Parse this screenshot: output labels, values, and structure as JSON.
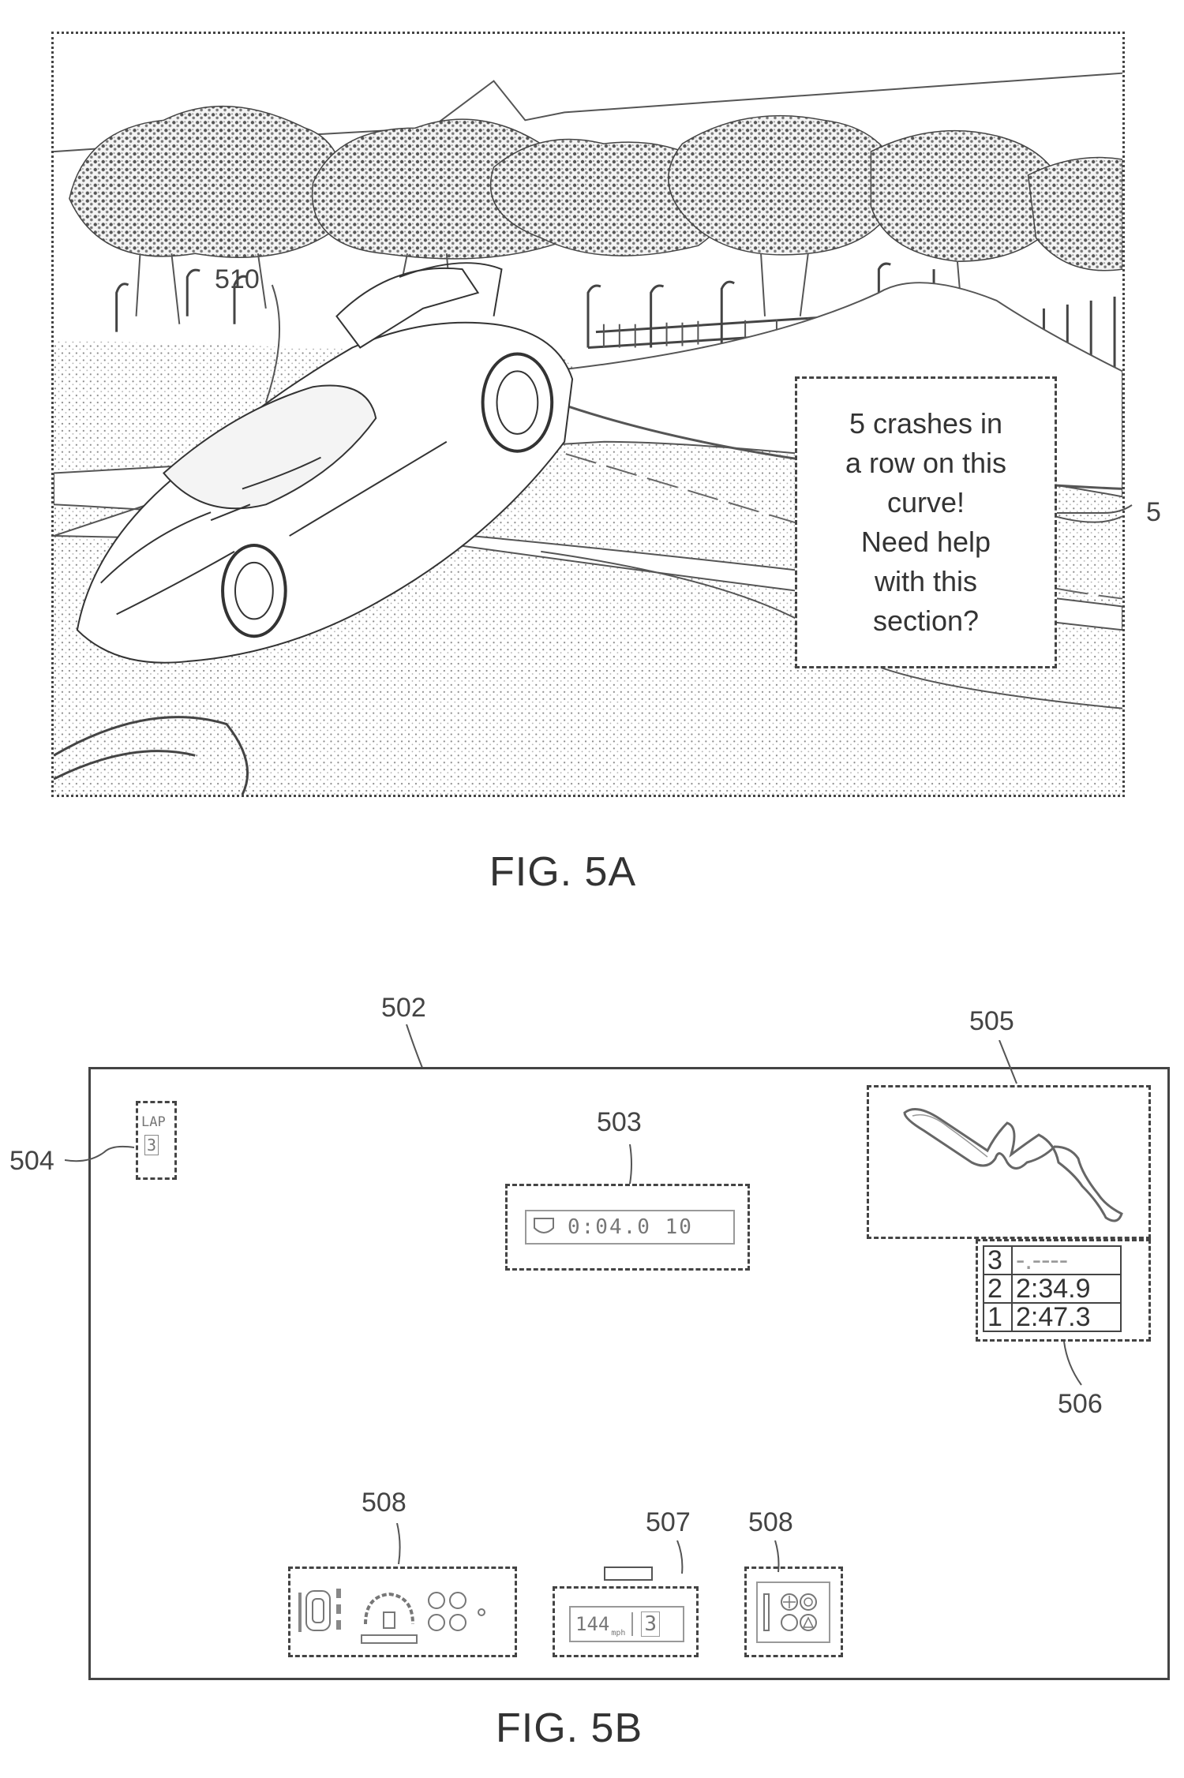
{
  "fig5a": {
    "caption": "FIG. 5A",
    "car_ref": "510",
    "message_ref": "5",
    "message_lines": [
      "5 crashes in",
      "a row on this",
      "curve!",
      "Need help",
      "with this",
      "section?"
    ]
  },
  "fig5b": {
    "caption": "FIG. 5B",
    "refs": {
      "screen": "502",
      "timer": "503",
      "lap_counter": "504",
      "minimap": "505",
      "lap_times": "506",
      "speed": "507",
      "controls_left": "508",
      "controls_right": "508"
    },
    "lap_counter": {
      "label": "LAP",
      "value": "3"
    },
    "timer": {
      "value": "0:04.0 10"
    },
    "lap_times": [
      {
        "lap": "3",
        "time": "-.----"
      },
      {
        "lap": "2",
        "time": "2:34.9"
      },
      {
        "lap": "1",
        "time": "2:47.3"
      }
    ],
    "speed": {
      "value": "144",
      "unit": "mph",
      "gear": "3"
    }
  }
}
